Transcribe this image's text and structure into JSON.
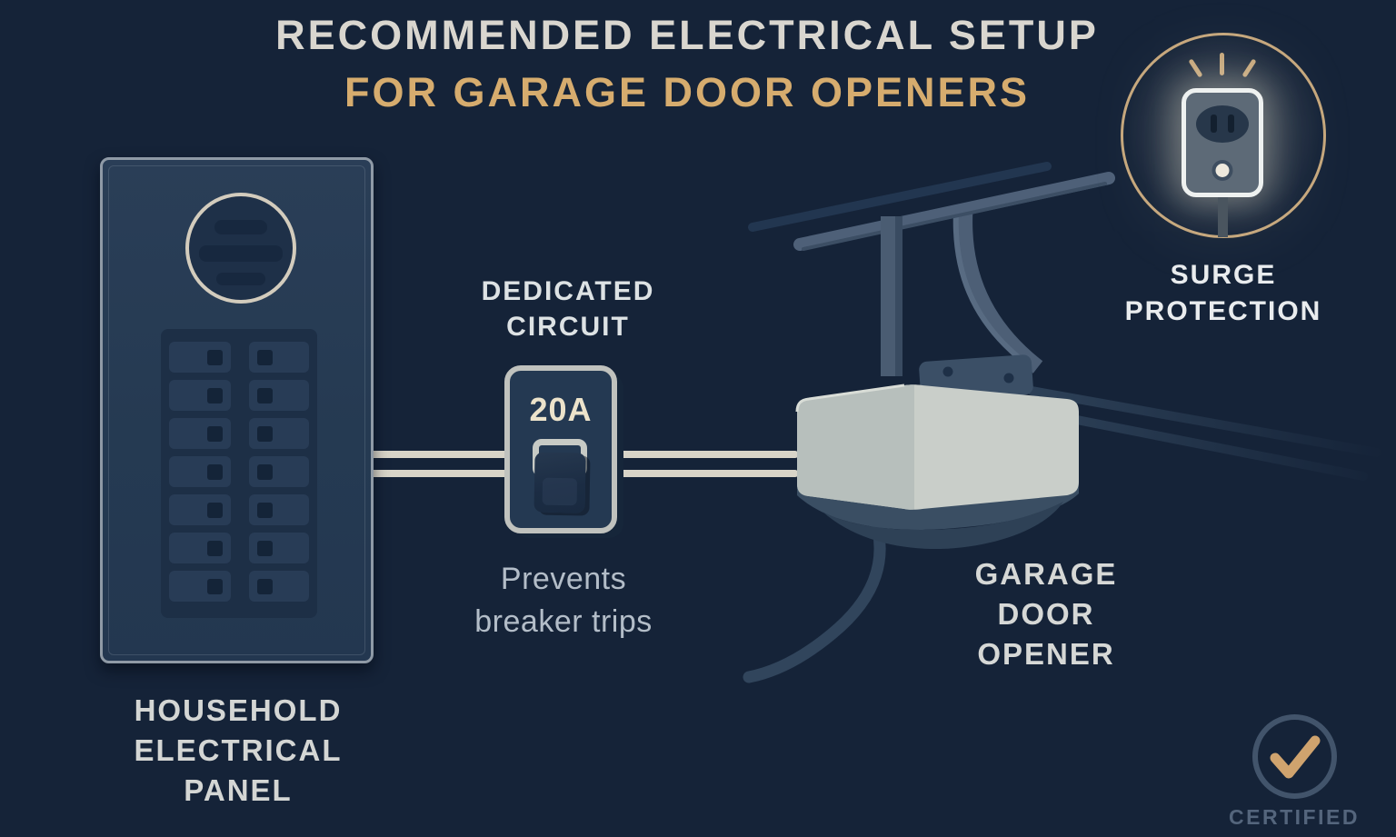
{
  "palette": {
    "background": "#152338",
    "accent_gold": "#c6a77c",
    "title_gold": "#d6ac6e",
    "title_white": "#d9d6cf",
    "label_white": "#d5d8d6",
    "note_blue_gray": "#b3bdc8",
    "muted_badge_blue": "#54657c",
    "wire_cream": "#d8d4c8",
    "panel_fill": "#253a52",
    "opener_body_gray": "#c9cec9"
  },
  "title": {
    "line1": "RECOMMENDED ELECTRICAL SETUP",
    "line2": "FOR GARAGE DOOR OPENERS"
  },
  "panel": {
    "label": [
      "HOUSEHOLD",
      "ELECTRICAL",
      "PANEL"
    ]
  },
  "dedicated_circuit": {
    "label": [
      "DEDICATED",
      "CIRCUIT"
    ],
    "amperage": "20A",
    "note": [
      "Prevents",
      "breaker trips"
    ]
  },
  "garage_opener": {
    "label": [
      "GARAGE",
      "DOOR",
      "OPENER"
    ]
  },
  "surge_protection": {
    "label": [
      "SURGE",
      "PROTECTION"
    ]
  },
  "certification": {
    "label": "CERTIFIED",
    "icon": "checkmark-icon"
  }
}
